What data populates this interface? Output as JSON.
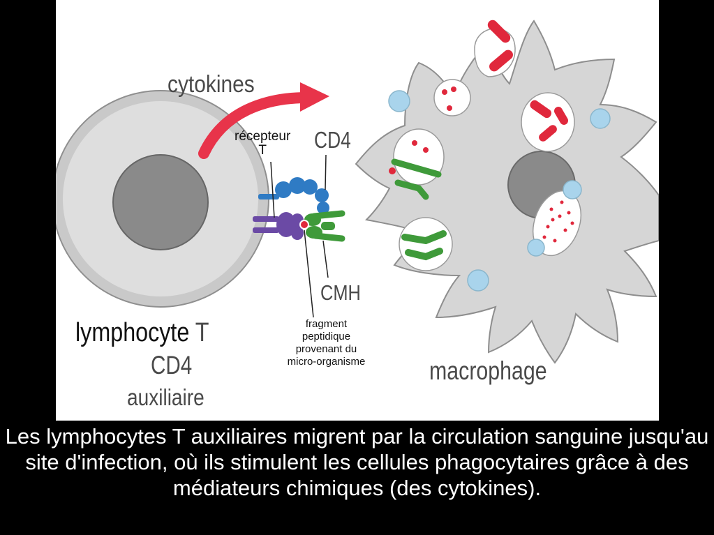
{
  "diagram": {
    "labels": {
      "cytokines": "cytokines",
      "recepteur_line1": "récepteur",
      "recepteur_line2": "T",
      "cd4": "CD4",
      "cmh": "CMH",
      "fragment_lines": [
        "fragment",
        "peptidique",
        "provenant du",
        "micro-organisme"
      ],
      "lymphocyte_word": "lymphocyte",
      "lymphocyte_letter": "T",
      "lymphocyte_cd4": "CD4",
      "lymphocyte_type": "auxiliaire",
      "macrophage": "macrophage"
    },
    "colors": {
      "arrow": "#e8344a",
      "cell_gray": "#d3d3d3",
      "nucleus": "#8c8c8c",
      "receptor_blue": "#2f7bc4",
      "tcr_purple": "#6b4aa5",
      "mhc_green": "#3f9a3a",
      "bacteria_red": "#e0283c",
      "vesicle_blue": "#a9d4ec"
    }
  },
  "caption": "Les lymphocytes T auxiliaires migrent par la circulation sanguine jusqu'au site d'infection, où ils stimulent les cellules phagocytaires grâce à des médiateurs chimiques (des cytokines)."
}
